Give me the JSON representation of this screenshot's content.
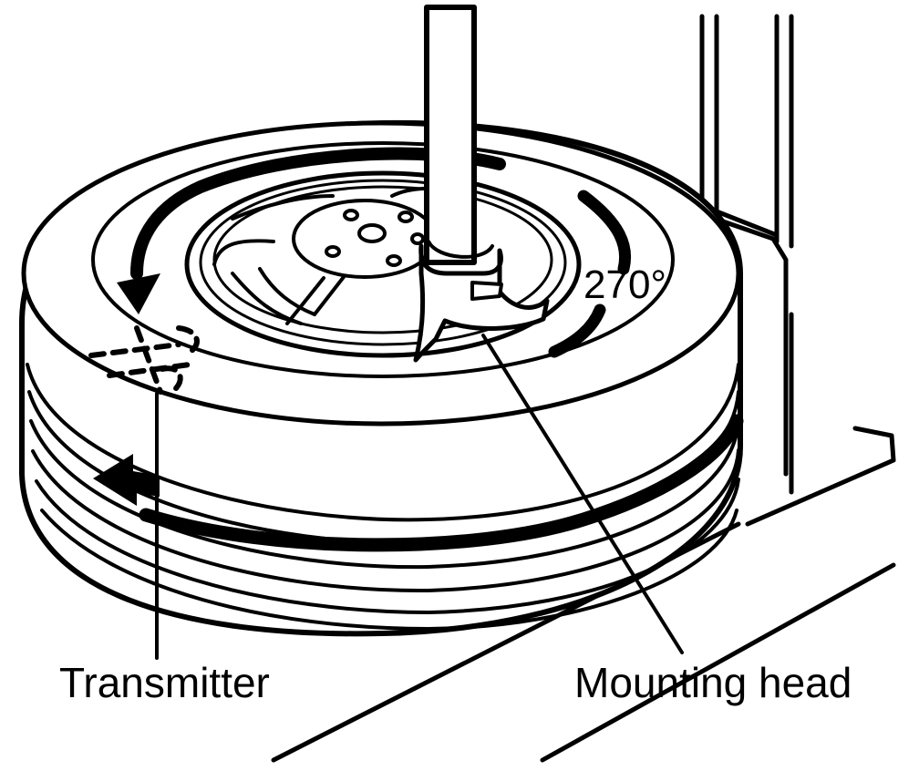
{
  "diagram": {
    "rotation_label": "270°",
    "callouts": [
      {
        "id": "transmitter",
        "text": "Transmitter"
      },
      {
        "id": "mounting-head",
        "text": "Mounting head"
      }
    ],
    "colors": {
      "ink": "#000000",
      "paper": "#ffffff"
    }
  }
}
